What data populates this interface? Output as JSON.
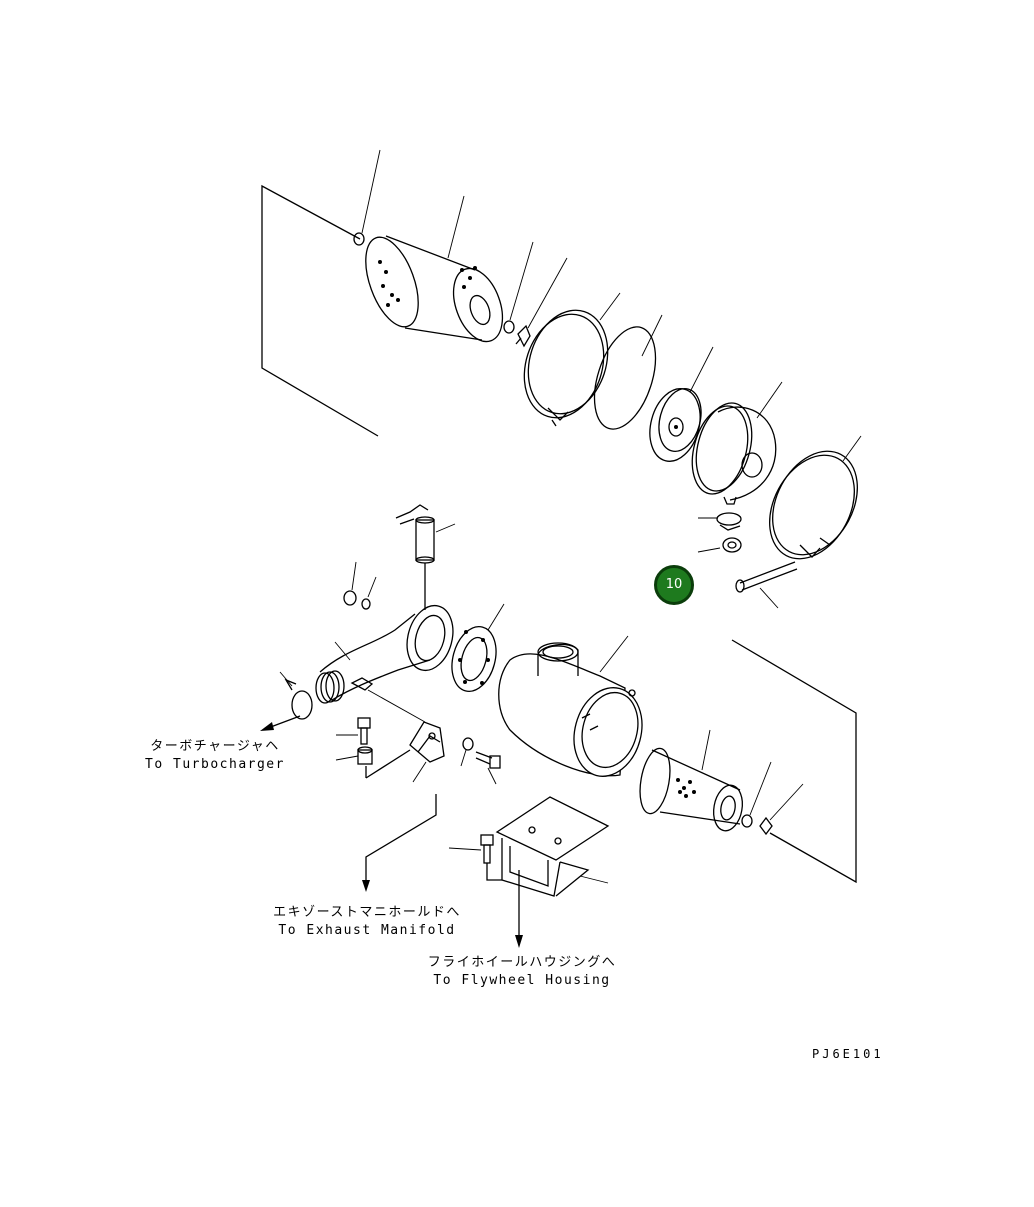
{
  "labels": {
    "turbo_jp": "ターボチャージャヘ",
    "turbo_en": "To Turbocharger",
    "manifold_jp": "エキゾーストマニホールドへ",
    "manifold_en": "To Exhaust Manifold",
    "flywheel_jp": "フライホイールハウジングへ",
    "flywheel_en": "To Flywheel Housing"
  },
  "drawing_code": "PJ6E101",
  "marker": {
    "number": "10",
    "color": "#1e7a1e"
  }
}
